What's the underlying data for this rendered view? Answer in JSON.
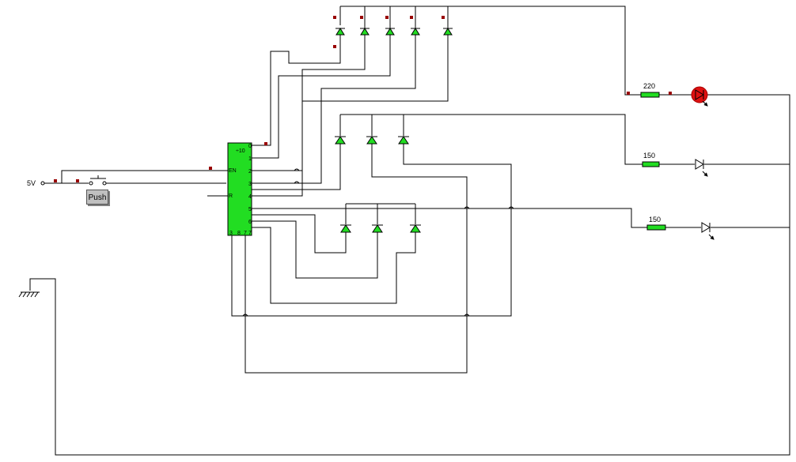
{
  "source": {
    "label": "5V"
  },
  "push_button": {
    "label": "Push"
  },
  "counter": {
    "divider_label": "÷10",
    "pin_en": "EN",
    "pin_clk": "R",
    "outputs": [
      "0",
      "1",
      "2",
      "3",
      "4",
      "5",
      "6",
      "7"
    ],
    "bottom_pins": [
      "3",
      "8",
      "7"
    ]
  },
  "resistors": [
    {
      "value": "220"
    },
    {
      "value": "150"
    },
    {
      "value": "150"
    }
  ],
  "colors": {
    "wire": "#000000",
    "component_fill": "#22dd22",
    "led_on": "#dd1111",
    "terminal": "#990000"
  }
}
